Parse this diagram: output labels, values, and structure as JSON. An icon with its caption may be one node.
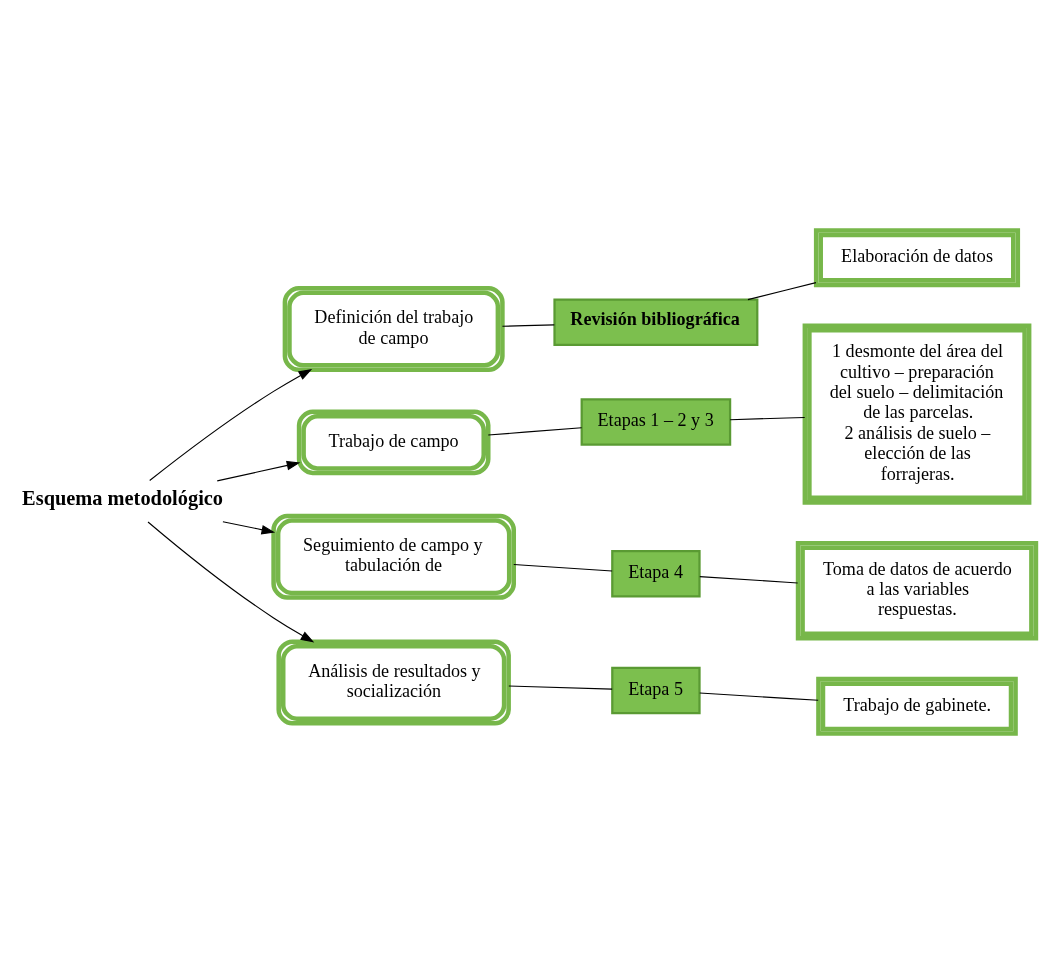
{
  "diagram": {
    "nodes": [
      {
        "text": [
          "Esquema metodológico"
        ]
      },
      {
        "text": [
          "Definición del trabajo de campo"
        ]
      },
      {
        "text": [
          "Revisión bibliográfica"
        ]
      },
      {
        "text": [
          "Elaboración de datos"
        ]
      },
      {
        "text": [
          "Trabajo de campo"
        ]
      },
      {
        "text": [
          "Etapas 1 – 2 y 3"
        ]
      },
      {
        "text": [
          "1 desmonte del área del cultivo – preparación del suelo – delimitación de las parcelas.",
          "2 análisis de suelo – elección de las forrajeras."
        ]
      },
      {
        "text": [
          "Seguimiento de campo y tabulación de"
        ]
      },
      {
        "text": [
          "Etapa 4"
        ]
      },
      {
        "text": [
          "Toma de datos de acuerdo a las variables respuestas."
        ]
      },
      {
        "text": [
          "Análisis de resultados y socialización"
        ]
      },
      {
        "text": [
          "Etapa 5"
        ]
      },
      {
        "text": [
          "Trabajo de gabinete."
        ]
      }
    ],
    "edges": [
      {
        "from": 0,
        "to": 1,
        "arrow": "to"
      },
      {
        "from": 0,
        "to": 4,
        "arrow": "to"
      },
      {
        "from": 0,
        "to": 7,
        "arrow": "to"
      },
      {
        "from": 0,
        "to": 10,
        "arrow": "to"
      },
      {
        "from": 1,
        "to": 2,
        "arrow": "none"
      },
      {
        "from": 2,
        "to": 3,
        "arrow": "none"
      },
      {
        "from": 4,
        "to": 5,
        "arrow": "none"
      },
      {
        "from": 5,
        "to": 6,
        "arrow": "none"
      },
      {
        "from": 7,
        "to": 8,
        "arrow": "none"
      },
      {
        "from": 8,
        "to": 9,
        "arrow": "none"
      },
      {
        "from": 10,
        "to": 11,
        "arrow": "none"
      },
      {
        "from": 11,
        "to": 12,
        "arrow": "none"
      }
    ]
  }
}
